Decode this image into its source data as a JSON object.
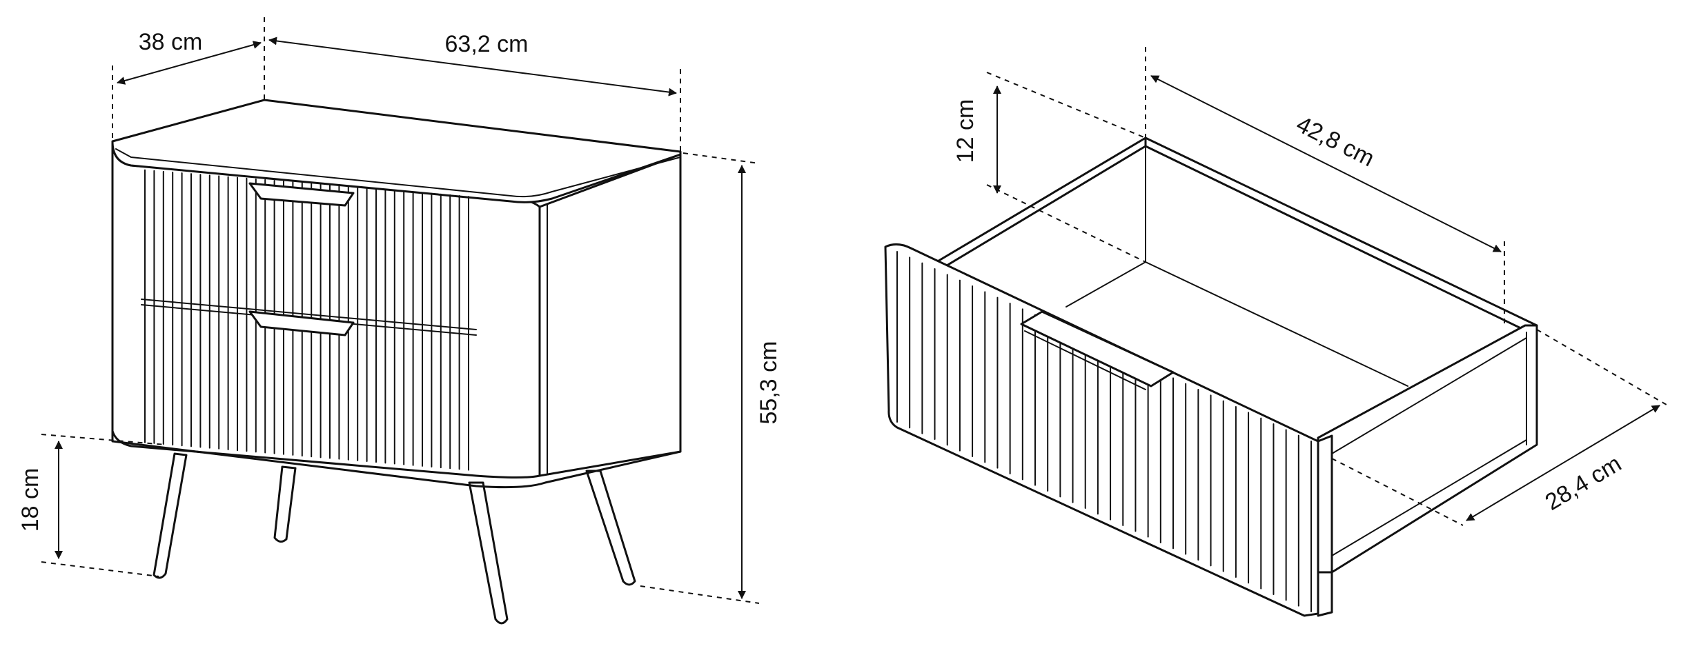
{
  "figure": {
    "nightstand": {
      "depth_label": "38 cm",
      "width_label": "63,2 cm",
      "height_label": "55,3 cm",
      "leg_height_label": "18 cm"
    },
    "drawer": {
      "height_label": "12 cm",
      "length_label": "42,8 cm",
      "width_label": "28,4 cm"
    },
    "line_color": "#111111",
    "background_color": "#ffffff"
  }
}
